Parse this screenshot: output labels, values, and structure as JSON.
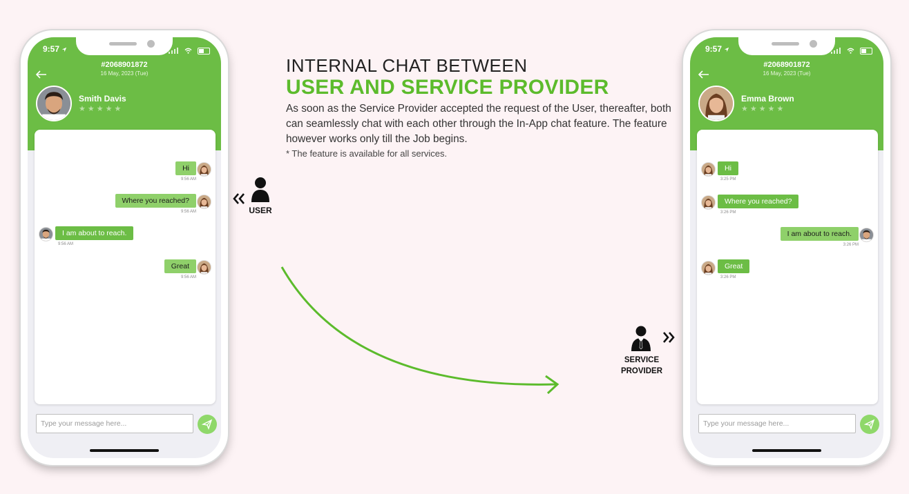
{
  "heading": {
    "line1": "INTERNAL CHAT BETWEEN",
    "line2": "USER AND SERVICE PROVIDER",
    "description": "As soon as the Service Provider accepted the request of the User, thereafter, both can seamlessly chat with each other through the In-App chat feature. The feature however works only till the Job begins.",
    "note": "* The feature is available for all services."
  },
  "labels": {
    "user": "USER",
    "service_provider": "SERVICE PROVIDER"
  },
  "colors": {
    "accent": "#6cbd45",
    "headline_green": "#5cbb2c",
    "send_button": "#8fd86a",
    "background": "#fdf3f5"
  },
  "icons": {
    "back": "arrow-left-icon",
    "send": "paper-plane-icon",
    "role_user": "person-icon",
    "role_provider": "businessman-icon",
    "direction": "double-chevron-icon"
  },
  "left_phone": {
    "status_time": "9:57",
    "order_id": "#2068901872",
    "order_date": "16 May, 2023 (Tue)",
    "contact_name": "Smith Davis",
    "stars": "★★★★★",
    "input_placeholder": "Type your message here...",
    "messages": [
      {
        "text": "Hi",
        "time": "9:56 AM",
        "side": "right"
      },
      {
        "text": "Where you reached?",
        "time": "9:56 AM",
        "side": "right"
      },
      {
        "text": "I am about to reach.",
        "time": "9:56 AM",
        "side": "left"
      },
      {
        "text": "Great",
        "time": "9:56 AM",
        "side": "right"
      }
    ]
  },
  "right_phone": {
    "status_time": "9:57",
    "order_id": "#2068901872",
    "order_date": "16 May, 2023 (Tue)",
    "contact_name": "Emma Brown",
    "stars": "★★★★★",
    "input_placeholder": "Type your message here...",
    "messages": [
      {
        "text": "Hi",
        "time": "3:25 PM",
        "side": "left"
      },
      {
        "text": "Where you reached?",
        "time": "3:26 PM",
        "side": "left"
      },
      {
        "text": "I am about to reach.",
        "time": "3:26 PM",
        "side": "right"
      },
      {
        "text": "Great",
        "time": "3:26 PM",
        "side": "left"
      }
    ]
  }
}
